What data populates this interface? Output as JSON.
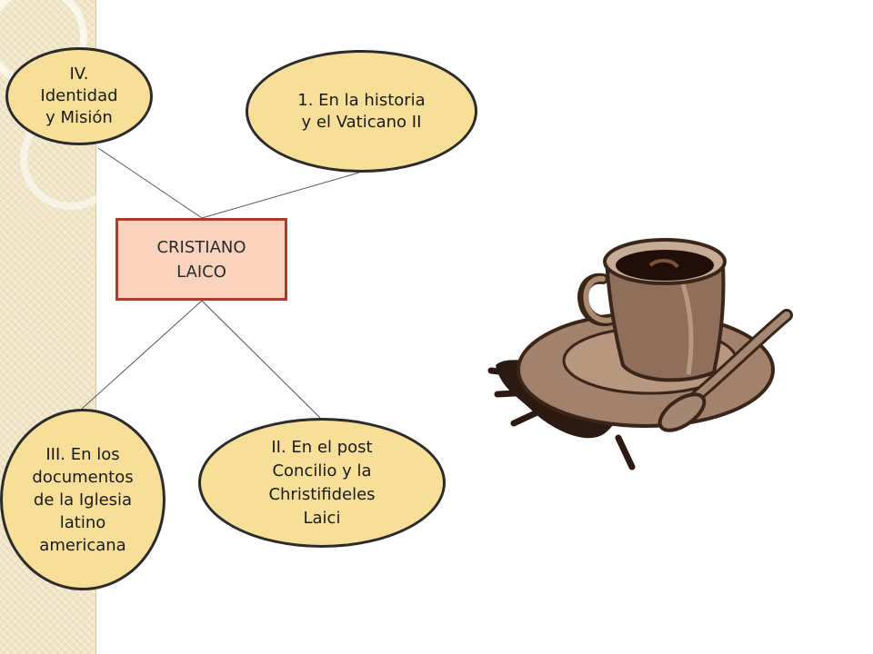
{
  "center": {
    "label": "CRISTIANO\nLAICO"
  },
  "nodes": {
    "identidad": "IV.\nIdentidad\ny Misión",
    "historia": "1. En la historia\ny el Vaticano II",
    "documentos": "III. En los\ndocumentos\nde la Iglesia\nlatino\namericana",
    "postconcilio": "II. En el post\nConcilio y la\nChristifideles\nLaici"
  },
  "colors": {
    "ellipse_fill": "#f7df9a",
    "center_fill": "#f9d3bd",
    "center_border": "#b03a2e",
    "band": "#efe4c4"
  },
  "icons": {
    "illustration": "coffee-cup-with-saucer-and-spoon"
  }
}
